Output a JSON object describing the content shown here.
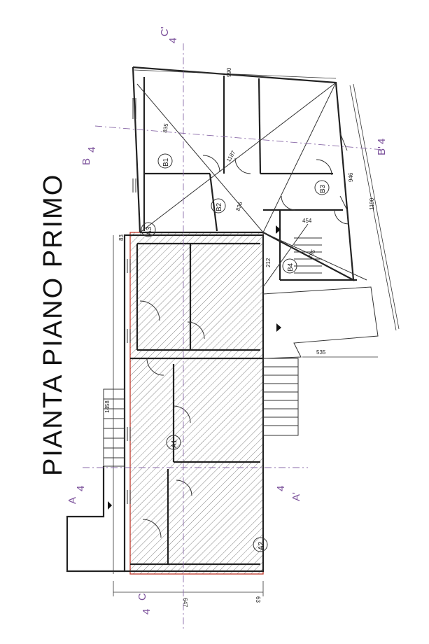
{
  "title": "PIANTA PIANO PRIMO",
  "rooms": [
    "A1",
    "A2",
    "A3",
    "B1",
    "B2",
    "B3",
    "B4"
  ],
  "sections": {
    "a": "A",
    "a_prime": "A'",
    "b": "B",
    "b_prime": "B'",
    "c": "C",
    "c_prime": "C'",
    "num": "4"
  },
  "dimensions": {
    "top_width": "990",
    "right_width": "1190",
    "right_partial": "946",
    "stair_width": "535",
    "left_stair": "1458",
    "bottom_width": "647",
    "bottom_small": "63",
    "corner": "83",
    "diag_1": "1187",
    "diag_2": "836",
    "diag_3": "454",
    "diag_4": "212",
    "diag_5": "295",
    "diag_6": "835"
  }
}
